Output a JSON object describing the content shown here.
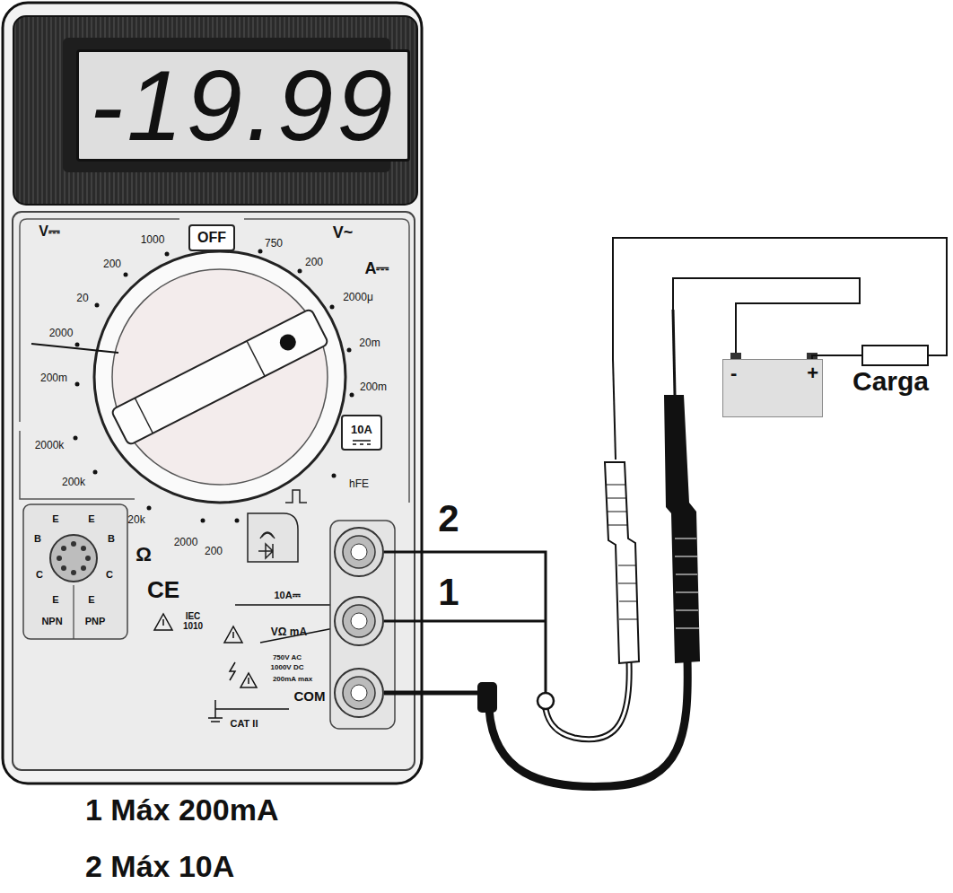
{
  "diagram": {
    "nodes": [
      {
        "text": [
          "-19.99"
        ]
      },
      {
        "text": [
          "OFF"
        ]
      },
      {
        "text": [
          "10A"
        ]
      },
      {
        "text": [
          "-",
          "+"
        ]
      },
      {
        "text": [
          "Carga"
        ]
      }
    ],
    "edges": [
      {
        "from": 3,
        "to": 4,
        "arrow": "none"
      }
    ],
    "labels": [
      "V⎓",
      "1000",
      "200",
      "20",
      "2000",
      "200m",
      "750",
      "200",
      "V~",
      "A⎓",
      "2000μ",
      "20m",
      "200m",
      "hFE",
      "2000k",
      "200k",
      "20k",
      "2000",
      "Ω",
      "200",
      "E",
      "E",
      "B",
      "B",
      "C",
      "C",
      "E",
      "E",
      "NPN",
      "PNP",
      "CE",
      "IEC 1010",
      "10A⎓",
      "VΩ mA",
      "750V AC",
      "1000V DC",
      "200mA max",
      "COM",
      "CAT II",
      "2",
      "1",
      "1 Máx 200mA",
      "2 Máx 10A"
    ]
  }
}
